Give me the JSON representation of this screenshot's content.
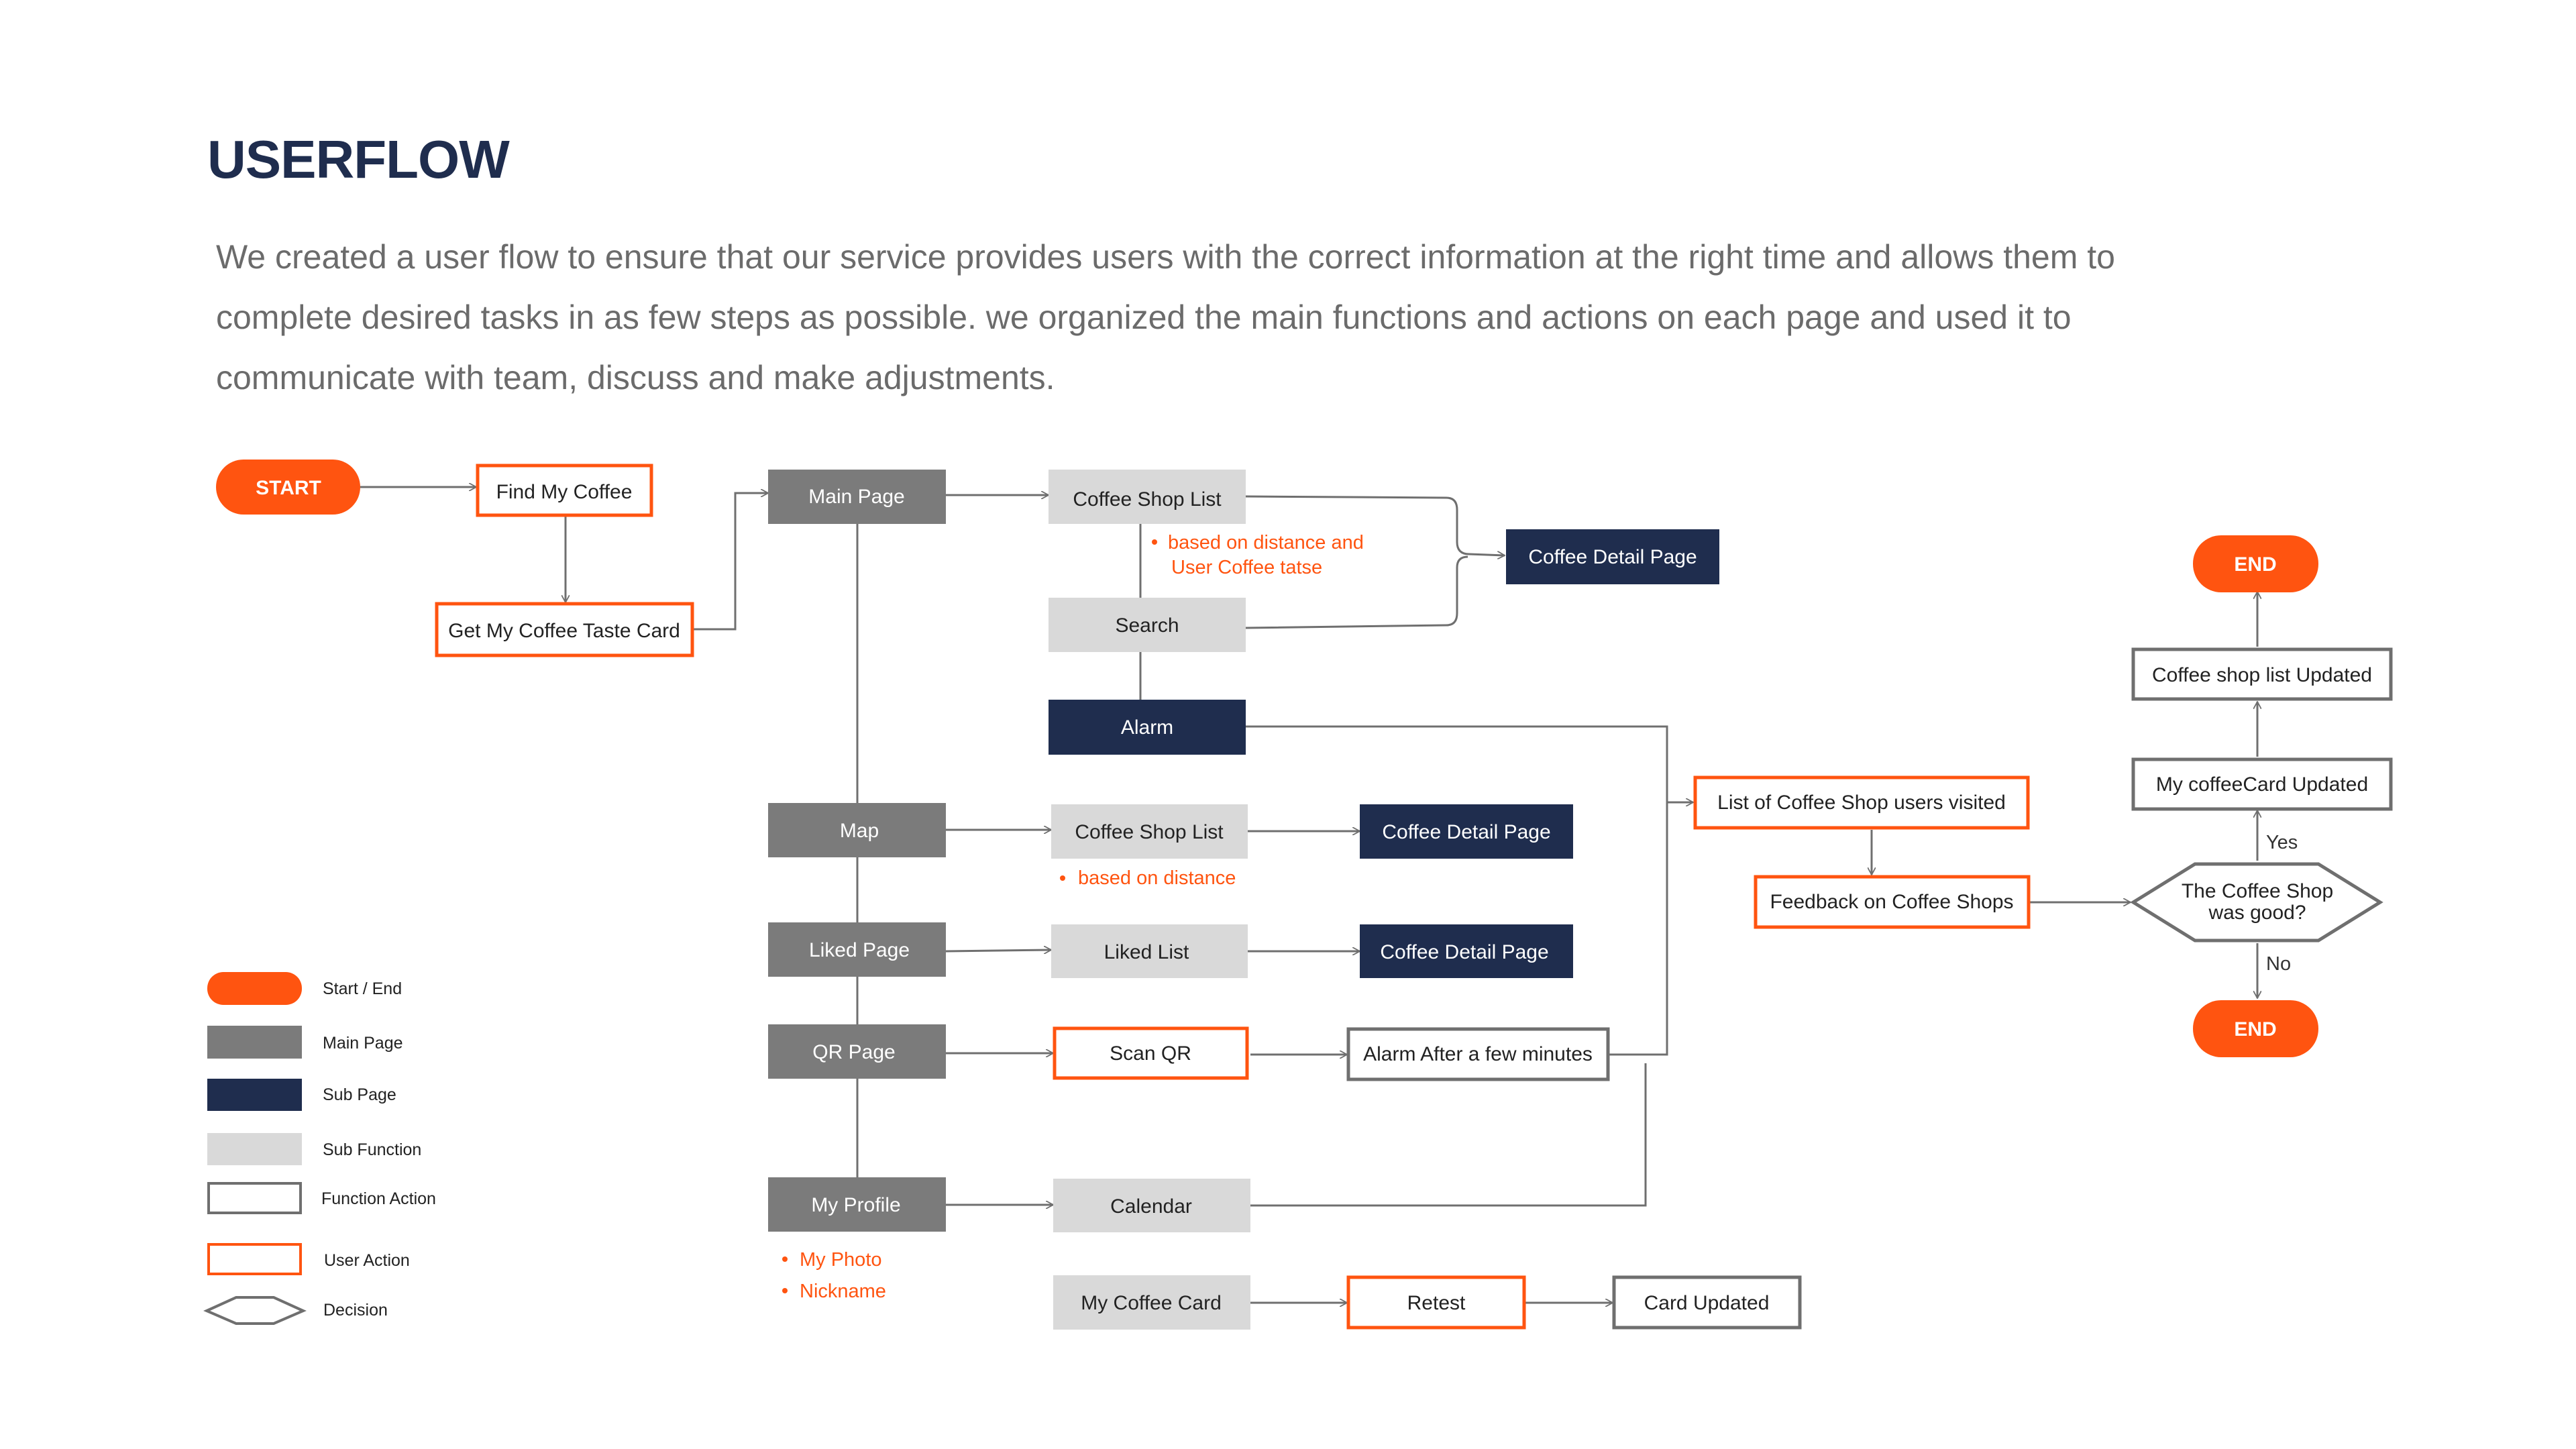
{
  "title": "USERFLOW",
  "description": [
    "We created a user flow to ensure that our service provides users with the correct information at the right time and allows them to",
    "complete desired tasks in as few steps as possible. we organized the main functions and actions on each page and used it to",
    "communicate with team, discuss and make adjustments."
  ],
  "colors": {
    "start_end": "#ff5410",
    "main_page": "#7b7b7b",
    "sub_page": "#1f2d4e",
    "sub_function": "#d9d9d9",
    "function_action_border": "#6f6f6f",
    "user_action_border": "#ff5410",
    "connector": "#6f6f6f",
    "note": "#ff5410"
  },
  "nodes": {
    "start": "START",
    "find_my_coffee": "Find My Coffee",
    "get_taste_card": "Get My Coffee Taste Card",
    "main_page": "Main Page",
    "coffee_shop_list_1": "Coffee Shop List",
    "search": "Search",
    "coffee_detail_1": "Coffee Detail Page",
    "alarm": "Alarm",
    "map": "Map",
    "coffee_shop_list_2": "Coffee Shop List",
    "coffee_detail_2": "Coffee Detail Page",
    "liked_page": "Liked Page",
    "liked_list": "Liked List",
    "coffee_detail_3": "Coffee Detail Page",
    "qr_page": "QR Page",
    "scan_qr": "Scan QR",
    "alarm_after": "Alarm After a few minutes",
    "my_profile": "My Profile",
    "calendar": "Calendar",
    "my_coffee_card": "My Coffee Card",
    "retest": "Retest",
    "card_updated": "Card Updated",
    "visited_list": "List of Coffee Shop users visited",
    "feedback": "Feedback on Coffee Shops",
    "decision_line1": "The Coffee Shop",
    "decision_line2": "was good?",
    "yes": "Yes",
    "no": "No",
    "coffeecard_updated": "My coffeeCard Updated",
    "shoplist_updated": "Coffee shop list Updated",
    "end_top": "END",
    "end_bottom": "END"
  },
  "notes": {
    "distance_taste_line1": "based on distance and",
    "distance_taste_line2": "User Coffee tatse",
    "distance": "based on distance",
    "my_photo": "My Photo",
    "nickname": "Nickname"
  },
  "legend": [
    {
      "key": "start_end",
      "label": "Start / End"
    },
    {
      "key": "main_page",
      "label": "Main Page"
    },
    {
      "key": "sub_page",
      "label": "Sub Page"
    },
    {
      "key": "sub_function",
      "label": "Sub Function"
    },
    {
      "key": "function_action",
      "label": "Function Action"
    },
    {
      "key": "user_action",
      "label": "User Action"
    },
    {
      "key": "decision",
      "label": "Decision"
    }
  ]
}
